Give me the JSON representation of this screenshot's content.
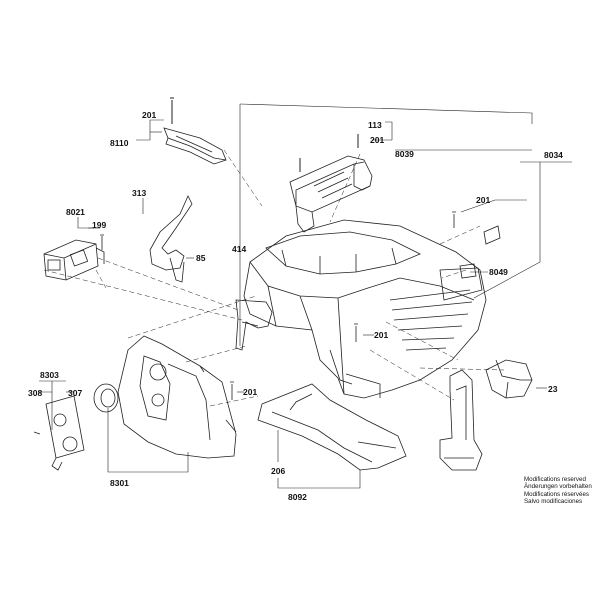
{
  "labels": {
    "l201a": "201",
    "l8110": "8110",
    "l113": "113",
    "l201b": "201",
    "l8039": "8039",
    "l8034": "8034",
    "l313": "313",
    "l8021": "8021",
    "l199": "199",
    "l201c": "201",
    "l414": "414",
    "l85": "85",
    "l8049": "8049",
    "l201d": "201",
    "l8303": "8303",
    "l308": "308",
    "l307": "307",
    "l201e": "201",
    "l23": "23",
    "l8301": "8301",
    "l206": "206",
    "l8092": "8092"
  },
  "notice": {
    "line1": "Modifications reserved",
    "line2": "Änderungen vorbehalten",
    "line3": "Modifications réservées",
    "line4": "Salvo modificaciones"
  }
}
